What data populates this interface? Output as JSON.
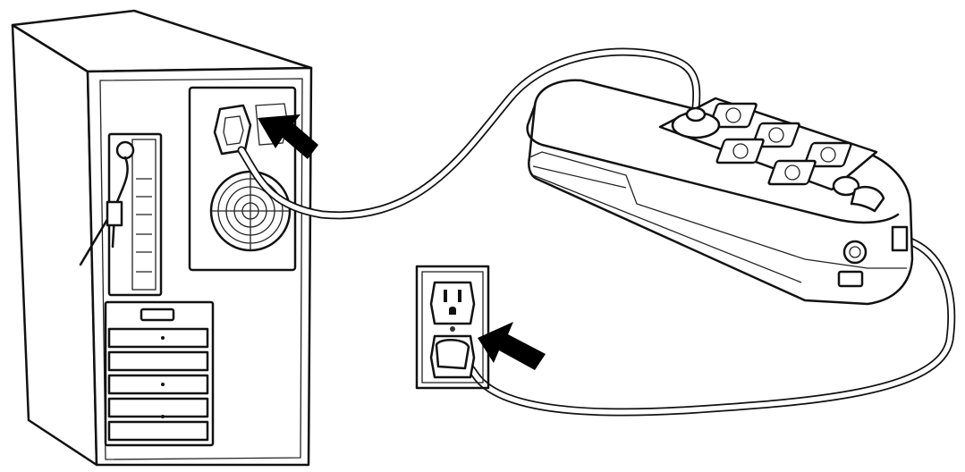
{
  "figure": {
    "description_icons": [
      "computer-tower",
      "power-strip",
      "wall-outlet",
      "arrow-icon",
      "arrow-icon"
    ],
    "colors": {
      "line": "#111111",
      "background": "#ffffff",
      "arrow": "#000000",
      "plate": "#eeeeee"
    }
  }
}
